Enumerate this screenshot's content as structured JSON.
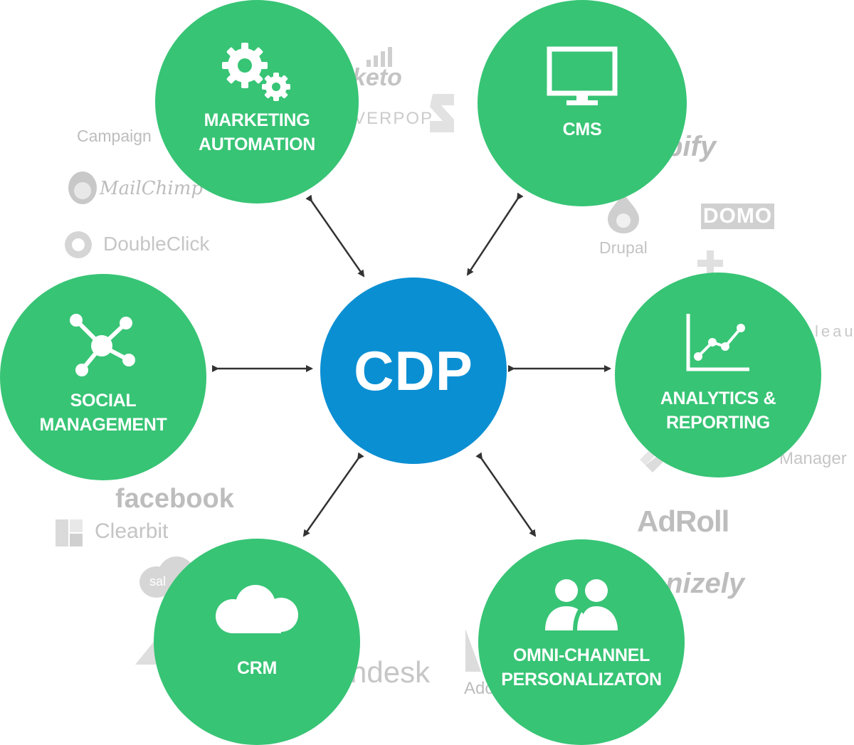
{
  "hub": {
    "label": "CDP",
    "color": "#0b8fd3"
  },
  "node_color": "#37c475",
  "nodes": {
    "marketing_automation": {
      "line1": "MARKETING",
      "line2": "AUTOMATION",
      "icon": "gears-icon"
    },
    "cms": {
      "line1": "CMS",
      "icon": "monitor-icon"
    },
    "social_management": {
      "line1": "SOCIAL",
      "line2": "MANAGEMENT",
      "icon": "network-icon"
    },
    "analytics_reporting": {
      "line1": "ANALYTICS &",
      "line2": "REPORTING",
      "icon": "line-chart-icon"
    },
    "crm": {
      "line1": "CRM",
      "icon": "cloud-icon"
    },
    "omni_channel": {
      "line1": "OMNI-CHANNEL",
      "line2": "PERSONALIZATON",
      "icon": "users-icon"
    }
  },
  "background_logos": {
    "campaign": "Campaign",
    "marketo": "keto",
    "silverpop": "VERPOP",
    "mailchimp": "MailChimp",
    "doubleclick": "DoubleClick",
    "shopify": "pify",
    "drupal": "Drupal",
    "domo": "DOMO",
    "tableau": "leau",
    "tag_manager": "Manager",
    "facebook": "facebook",
    "clearbit": "Clearbit",
    "adroll": "AdRoll",
    "optimizely": "nizely",
    "zendesk": "ndesk",
    "adobe": "Ado",
    "salesforce": "sal"
  }
}
